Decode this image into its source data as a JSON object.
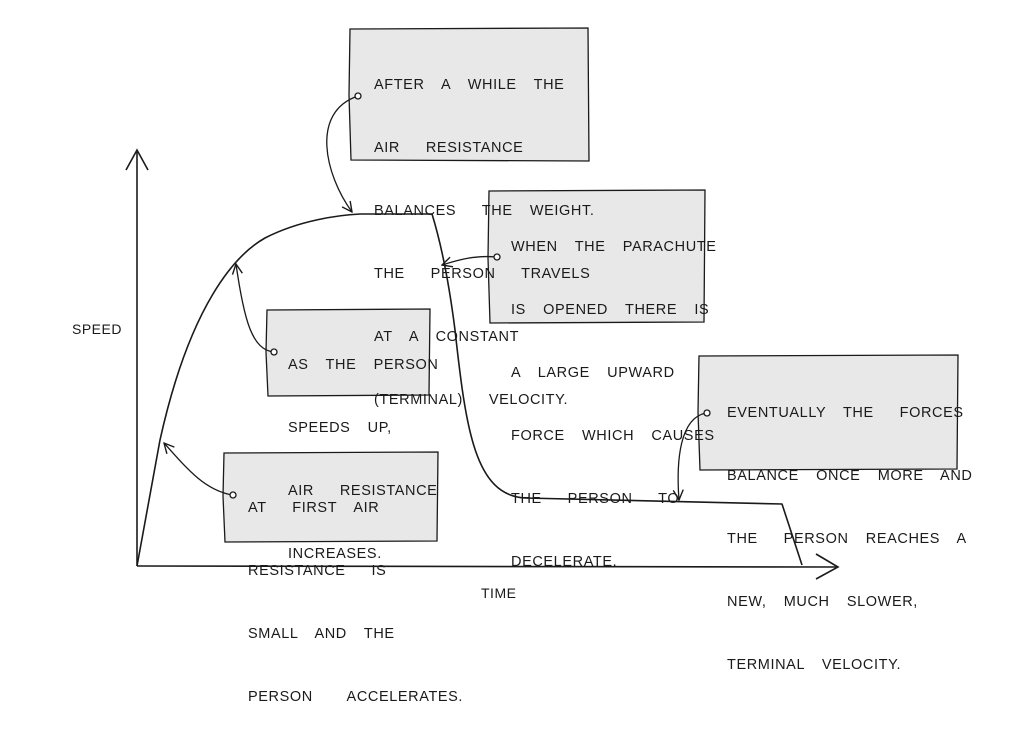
{
  "axes": {
    "y_label": "SPEED",
    "x_label": "TIME"
  },
  "annotations": {
    "terminal_velocity": {
      "lines": [
        "AFTER  A  WHILE  THE",
        "AIR   RESISTANCE",
        "BALANCES   THE  WEIGHT.",
        "THE   PERSON   TRAVELS",
        "AT  A  CONSTANT",
        "(TERMINAL)   VELOCITY."
      ]
    },
    "parachute_opened": {
      "lines": [
        "WHEN  THE  PARACHUTE",
        "IS  OPENED  THERE  IS",
        "A  LARGE  UPWARD",
        "FORCE  WHICH  CAUSES",
        "THE   PERSON   TO",
        "DECELERATE."
      ]
    },
    "speeds_up": {
      "lines": [
        "AS  THE  PERSON",
        "SPEEDS  UP,",
        "AIR   RESISTANCE",
        "INCREASES."
      ]
    },
    "forces_balance": {
      "lines": [
        "EVENTUALLY  THE   FORCES",
        "BALANCE  ONCE  MORE  AND",
        "THE   PERSON  REACHES  A",
        "NEW,  MUCH  SLOWER,",
        "TERMINAL  VELOCITY."
      ]
    },
    "at_first": {
      "lines": [
        "AT   FIRST  AIR",
        "RESISTANCE   IS",
        "SMALL  AND  THE",
        "PERSON    ACCELERATES."
      ]
    }
  },
  "colors": {
    "line": "#1a1a1a",
    "box_fill": "#e8e8e8",
    "background": "#ffffff"
  }
}
